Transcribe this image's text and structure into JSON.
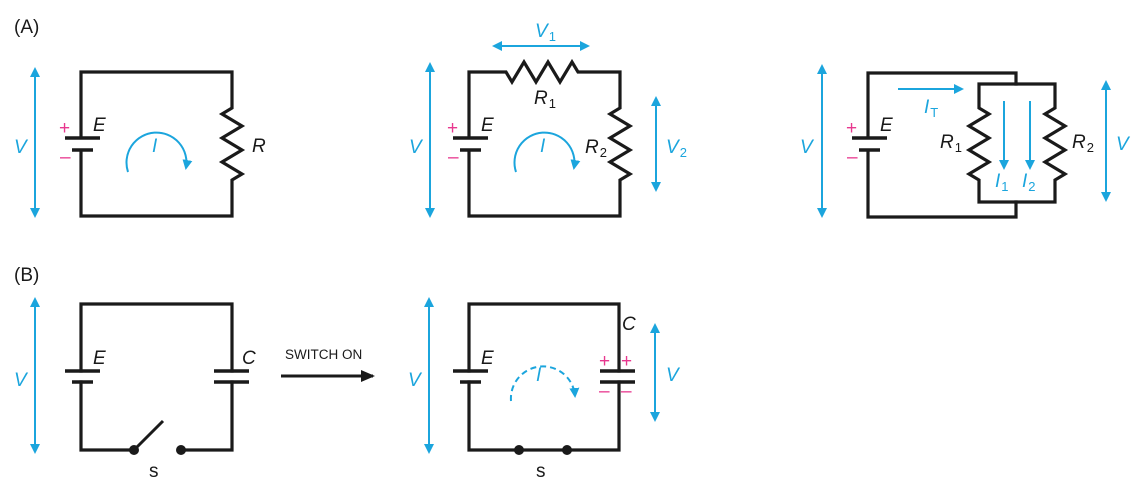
{
  "figure": {
    "panel_a_label": "(A)",
    "panel_b_label": "(B)",
    "colors": {
      "wire": "#1a1a1a",
      "annotation": "#1ba5dd",
      "polarity": "#e8388f"
    }
  },
  "circuit_single": {
    "voltage": "V",
    "emf": "E",
    "current": "I",
    "resistor": "R",
    "plus": "+",
    "minus": "–"
  },
  "circuit_series": {
    "voltage": "V",
    "emf": "E",
    "current": "I",
    "v1": "V",
    "v1_sub": "1",
    "v2": "V",
    "v2_sub": "2",
    "r1": "R",
    "r1_sub": "1",
    "r2": "R",
    "r2_sub": "2",
    "plus": "+",
    "minus": "–"
  },
  "circuit_parallel": {
    "voltage": "V",
    "voltage_right": "V",
    "emf": "E",
    "it": "I",
    "it_sub": "T",
    "i1": "I",
    "i1_sub": "1",
    "i2": "I",
    "i2_sub": "2",
    "r1": "R",
    "r1_sub": "1",
    "r2": "R",
    "r2_sub": "2",
    "plus": "+",
    "minus": "–"
  },
  "circuit_cap_open": {
    "voltage": "V",
    "emf": "E",
    "capacitor": "C",
    "switch": "s"
  },
  "transition": {
    "label": "SWITCH ON"
  },
  "circuit_cap_closed": {
    "voltage": "V",
    "voltage_right": "V",
    "emf": "E",
    "capacitor": "C",
    "current": "I",
    "switch": "s",
    "plus": "+",
    "minus": "–"
  }
}
